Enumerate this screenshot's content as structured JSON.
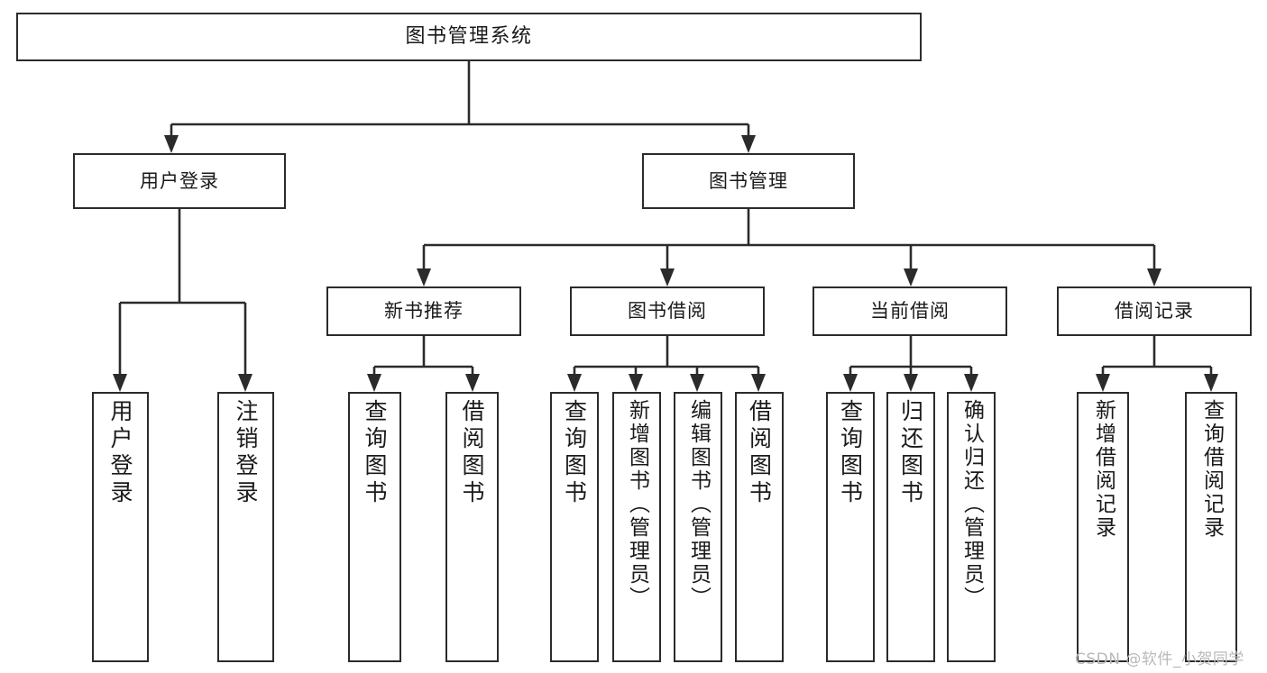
{
  "diagram": {
    "type": "tree-hierarchy",
    "title": "图书管理系统",
    "watermark": "CSDN @软件_小贺同学",
    "colors": {
      "stroke": "#2b2b2b",
      "fill": "#ffffff",
      "text": "#1a1a1a",
      "watermark": "#b9b9b9"
    },
    "nodes": {
      "root": {
        "label": "图书管理系统"
      },
      "level1": [
        {
          "id": "user-login",
          "label": "用户登录"
        },
        {
          "id": "book-manage",
          "label": "图书管理"
        }
      ],
      "level2": [
        {
          "id": "new-book-recommend",
          "label": "新书推荐"
        },
        {
          "id": "book-borrow",
          "label": "图书借阅"
        },
        {
          "id": "current-borrow",
          "label": "当前借阅"
        },
        {
          "id": "borrow-record",
          "label": "借阅记录"
        }
      ],
      "leaves": {
        "user-login": [
          {
            "id": "leaf-user-login",
            "label": "用户登录"
          },
          {
            "id": "leaf-logout",
            "label": "注销登录"
          }
        ],
        "new-book-recommend": [
          {
            "id": "leaf-query-book-1",
            "label": "查询图书"
          },
          {
            "id": "leaf-borrow-book-1",
            "label": "借阅图书"
          }
        ],
        "book-borrow": [
          {
            "id": "leaf-query-book-2",
            "label": "查询图书"
          },
          {
            "id": "leaf-add-book",
            "label": "新增图书（管理员）"
          },
          {
            "id": "leaf-edit-book",
            "label": "编辑图书（管理员）"
          },
          {
            "id": "leaf-borrow-book-2",
            "label": "借阅图书"
          }
        ],
        "current-borrow": [
          {
            "id": "leaf-query-book-3",
            "label": "查询图书"
          },
          {
            "id": "leaf-return-book",
            "label": "归还图书"
          },
          {
            "id": "leaf-confirm-return",
            "label": "确认归还（管理员）"
          }
        ],
        "borrow-record": [
          {
            "id": "leaf-add-record",
            "label": "新增借阅记录"
          },
          {
            "id": "leaf-query-record",
            "label": "查询借阅记录"
          }
        ]
      }
    }
  }
}
